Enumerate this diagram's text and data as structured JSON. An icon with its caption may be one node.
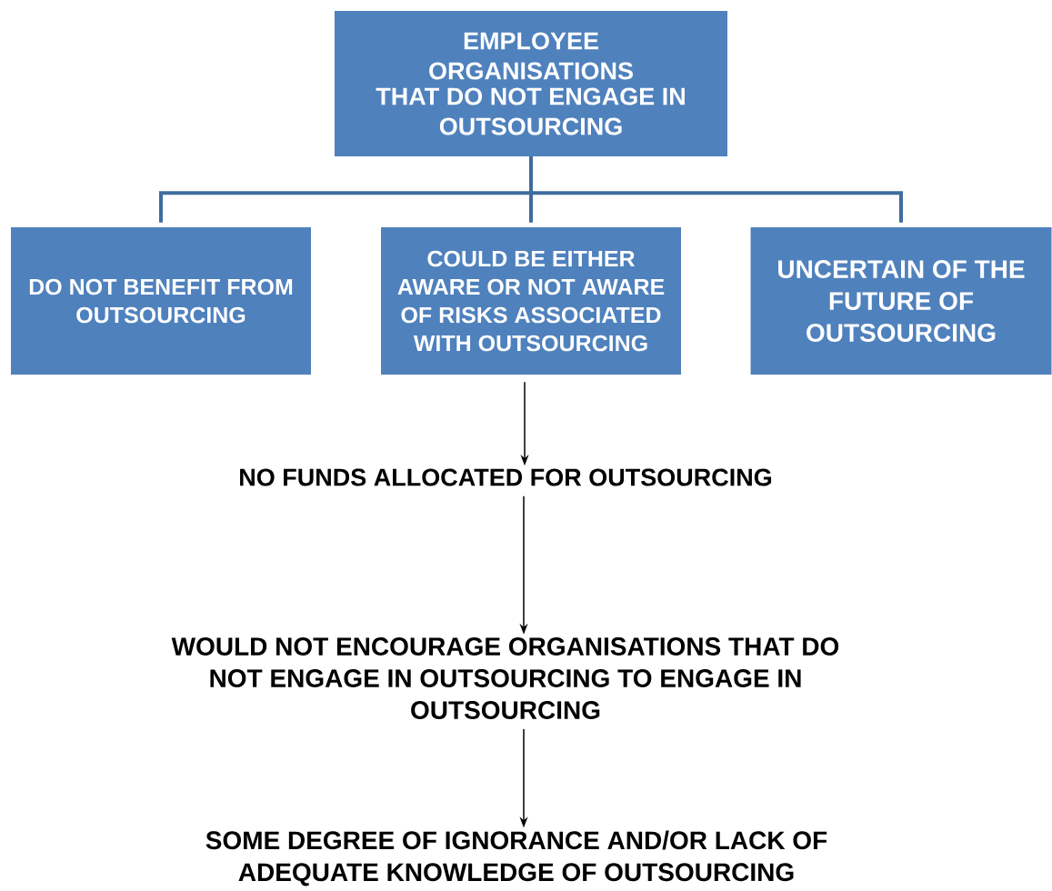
{
  "diagram": {
    "nodes": [
      {
        "text": [
          "EMPLOYEE ORGANISATIONS",
          "THAT DO NOT ENGAGE IN OUTSOURCING"
        ]
      },
      {
        "text": [
          "DO NOT BENEFIT FROM OUTSOURCING"
        ]
      },
      {
        "text": [
          "COULD BE EITHER AWARE OR NOT AWARE OF RISKS ASSOCIATED WITH OUTSOURCING"
        ]
      },
      {
        "text": [
          "UNCERTAIN  OF THE FUTURE  OF OUTSOURCING"
        ]
      },
      {
        "text": [
          "NO FUNDS ALLOCATED FOR OUTSOURCING"
        ]
      },
      {
        "text": [
          "WOULD NOT ENCOURAGE ORGANISATIONS THAT DO NOT ENGAGE IN OUTSOURCING TO ENGAGE IN OUTSOURCING"
        ]
      },
      {
        "text": [
          "SOME DEGREE OF IGNORANCE AND/OR LACK OF ADEQUATE KNOWLEDGE OF OUTSOURCING"
        ]
      }
    ],
    "edges": [
      {
        "from": 0,
        "to": 1,
        "arrow": "none",
        "style": "thick",
        "color": "#3f6c9e"
      },
      {
        "from": 0,
        "to": 2,
        "arrow": "none",
        "style": "thick",
        "color": "#3f6c9e"
      },
      {
        "from": 0,
        "to": 3,
        "arrow": "none",
        "style": "thick",
        "color": "#3f6c9e"
      },
      {
        "from": 2,
        "to": 4,
        "arrow": "to",
        "color": "#000000"
      },
      {
        "from": 4,
        "to": 5,
        "arrow": "to",
        "color": "#000000"
      },
      {
        "from": 5,
        "to": 6,
        "arrow": "to",
        "color": "#000000"
      }
    ]
  }
}
